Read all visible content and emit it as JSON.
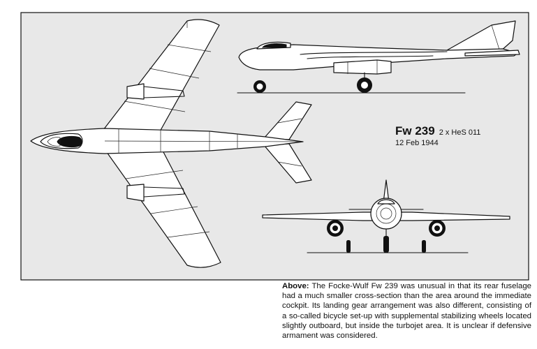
{
  "diagram": {
    "designation": "Fw 239",
    "engines": "2 x HeS 011",
    "date": "12 Feb 1944"
  },
  "caption": {
    "lead": "Above:",
    "text": "The Focke-Wulf Fw 239 was unusual in that its rear fuselage had a much smaller cross-section than the area around the immediate cockpit. Its landing gear arrangement was also different, consisting of a so-called bicycle set-up with supplemental stabilizing wheels located slightly outboard, but inside the turbojet area. It is unclear if defensive armament was considered."
  },
  "colors": {
    "panel": "#e8e8e8",
    "line": "#111111"
  }
}
